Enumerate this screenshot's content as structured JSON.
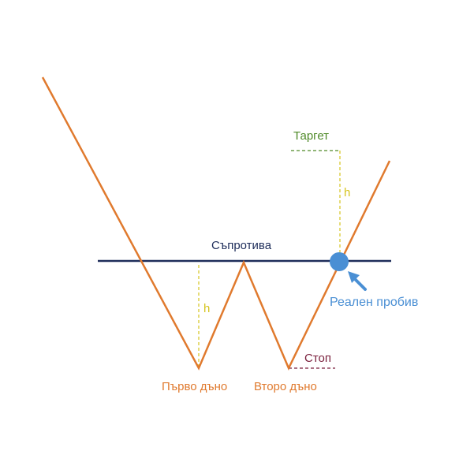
{
  "colors": {
    "price_line": "#e07a2e",
    "resistance_line": "#1e2d5a",
    "height_marker": "#d6c41e",
    "target": "#4f8a28",
    "stop": "#7a1f3c",
    "breakout": "#4a8fd4",
    "bottoms": "#e07a2e"
  },
  "labels": {
    "target": "Таргет",
    "resistance": "Съпротива",
    "height_upper": "h",
    "height_lower": "h",
    "breakout": "Реален пробив",
    "stop": "Стоп",
    "first_bottom": "Първо дъно",
    "second_bottom": "Второ дъно"
  },
  "icons": {
    "breakout_marker": "circle-icon",
    "breakout_pointer": "arrow-up-left-icon"
  }
}
